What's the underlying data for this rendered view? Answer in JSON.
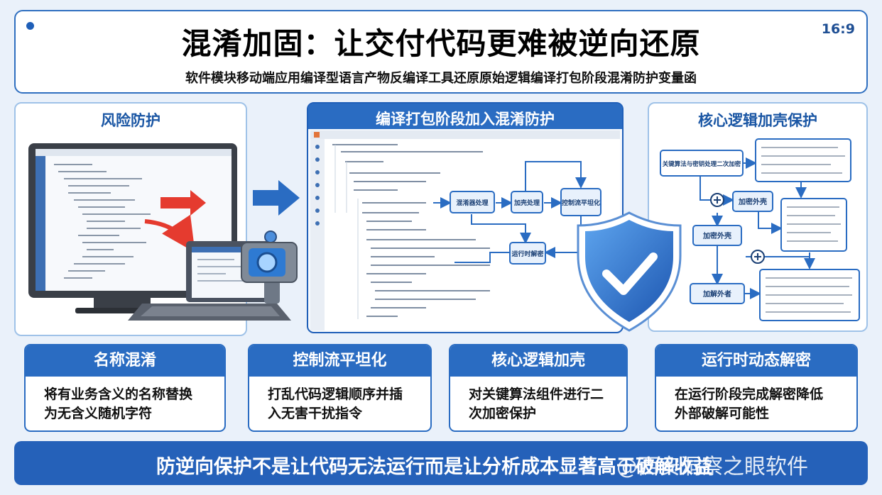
{
  "header": {
    "ratio": "16:9",
    "title": "混淆加固：让交付代码更难被逆向还原",
    "subtitle": "软件模块移动端应用编译型语言产物反编译工具还原原始逻辑编译打包阶段混淆防护变量函"
  },
  "panels": {
    "left": {
      "title": "风险防护"
    },
    "middle": {
      "title": "编译打包阶段加入混淆防护",
      "nodes": [
        "混淆器处理",
        "加壳处理",
        "控制流平坦化",
        "运行时解密"
      ]
    },
    "right": {
      "title": "核心逻辑加壳保护",
      "nodes": [
        "关键算法与密钥处理二次加密",
        "加密外壳",
        "加密外壳",
        "加解外者"
      ]
    }
  },
  "cards": [
    {
      "title": "名称混淆",
      "line1": "将有业务含义的名称替换",
      "line2": "为无含义随机字符"
    },
    {
      "title": "控制流平坦化",
      "line1": "打乱代码逻辑顺序并插",
      "line2": "入无害干扰指令"
    },
    {
      "title": "核心逻辑加壳",
      "line1": "对关键算法组件进行二",
      "line2": "次加密保护"
    },
    {
      "title": "运行时动态解密",
      "line1": "在运行阶段完成解密降低",
      "line2": "外部破解可能性"
    }
  ],
  "banner": {
    "text": "防逆向保护不是让代码无法运行而是让分析成本显著高于破解收益",
    "watermark": "@西安洞察之眼软件"
  },
  "colors": {
    "primary": "#2a6cc2",
    "dark_blue": "#1f5fb8",
    "title_blue": "#1a56a4",
    "light_border": "#9fc2e8",
    "arrow_red": "#e53b2f",
    "background": "#eaf1fa"
  },
  "icons": [
    "monitor-icon",
    "laptop-icon",
    "robot-icon",
    "shield-check-icon",
    "arrow-right-icon",
    "plus-circle-icon"
  ]
}
